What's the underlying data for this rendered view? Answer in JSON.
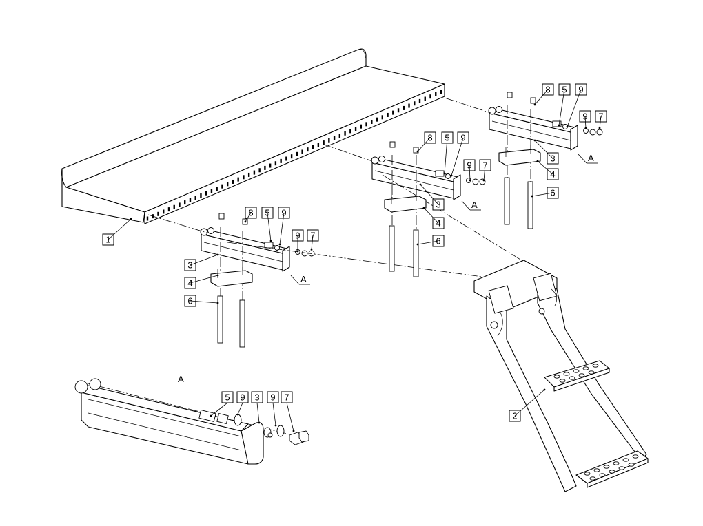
{
  "diagram": {
    "detail_title": "A",
    "callouts": [
      {
        "id": "c1",
        "text": "1"
      },
      {
        "id": "c2",
        "text": "2"
      },
      {
        "id": "cL3",
        "text": "3"
      },
      {
        "id": "cL4",
        "text": "4"
      },
      {
        "id": "cL6",
        "text": "6"
      },
      {
        "id": "cL8",
        "text": "8"
      },
      {
        "id": "cL5",
        "text": "5"
      },
      {
        "id": "cL9",
        "text": "9"
      },
      {
        "id": "cL9b",
        "text": "9"
      },
      {
        "id": "cL7",
        "text": "7"
      },
      {
        "id": "cLA",
        "text": "A"
      },
      {
        "id": "cM8",
        "text": "8"
      },
      {
        "id": "cM5",
        "text": "5"
      },
      {
        "id": "cM9",
        "text": "9"
      },
      {
        "id": "cM9b",
        "text": "9"
      },
      {
        "id": "cM7",
        "text": "7"
      },
      {
        "id": "cM3",
        "text": "3"
      },
      {
        "id": "cM4",
        "text": "4"
      },
      {
        "id": "cM6",
        "text": "6"
      },
      {
        "id": "cMA",
        "text": "A"
      },
      {
        "id": "cR8",
        "text": "8"
      },
      {
        "id": "cR5",
        "text": "5"
      },
      {
        "id": "cR9",
        "text": "9"
      },
      {
        "id": "cR9b",
        "text": "9"
      },
      {
        "id": "cR7",
        "text": "7"
      },
      {
        "id": "cR3",
        "text": "3"
      },
      {
        "id": "cR4",
        "text": "4"
      },
      {
        "id": "cR6",
        "text": "6"
      },
      {
        "id": "cRA",
        "text": "A"
      },
      {
        "id": "cD5",
        "text": "5"
      },
      {
        "id": "cD9",
        "text": "9"
      },
      {
        "id": "cD3",
        "text": "3"
      },
      {
        "id": "cD9b",
        "text": "9"
      },
      {
        "id": "cD7",
        "text": "7"
      }
    ]
  }
}
